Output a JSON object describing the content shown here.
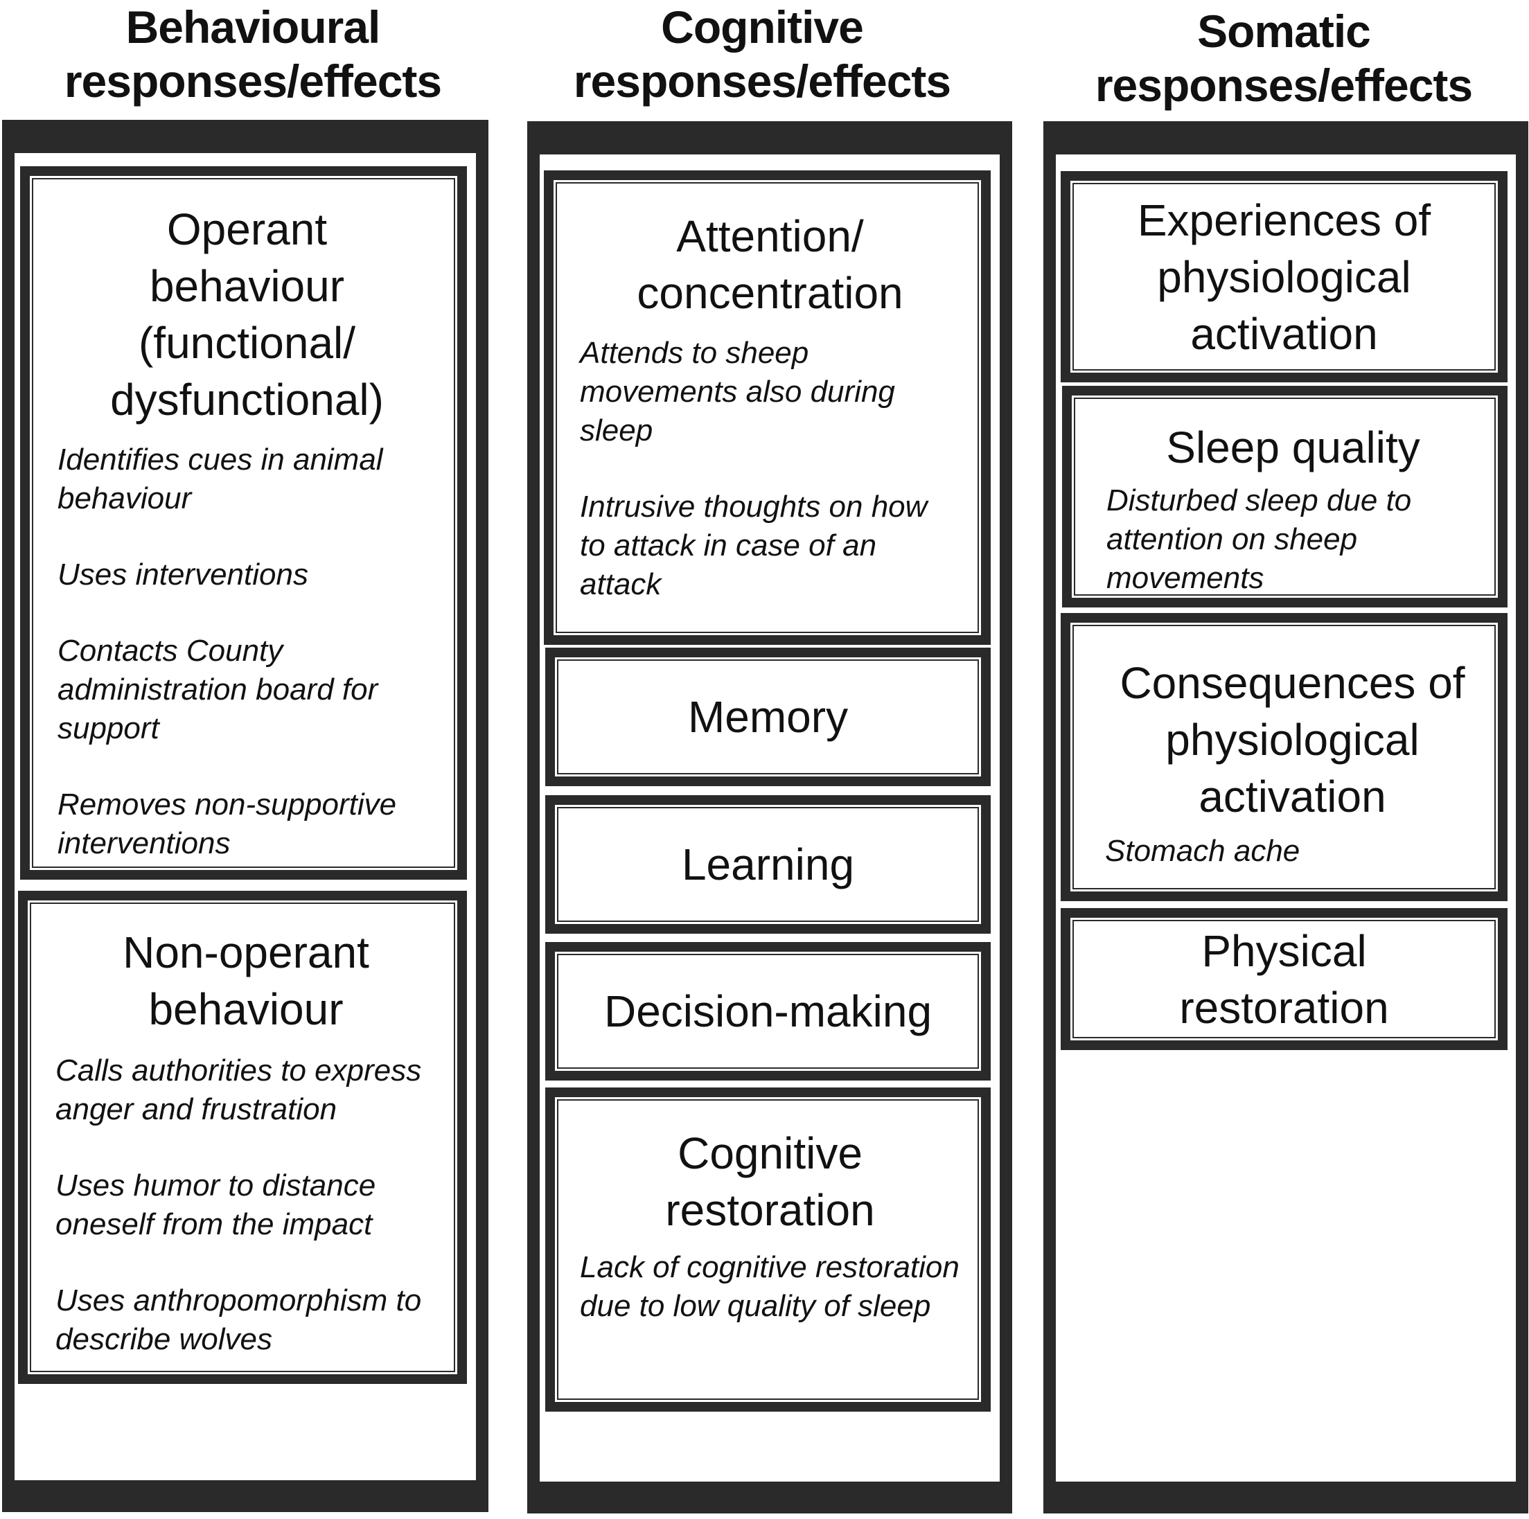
{
  "columns": [
    {
      "header": [
        "Behavioural",
        "responses/effects"
      ],
      "boxes": [
        {
          "title": [
            "Operant",
            "behaviour",
            "(functional/",
            "dysfunctional)"
          ],
          "items": [
            "Identifies cues in animal behaviour",
            "Uses interventions",
            "Contacts County administration board for support",
            "Removes non-supportive interventions"
          ]
        },
        {
          "title": [
            "Non-operant",
            "behaviour"
          ],
          "items": [
            "Calls authorities to express anger and frustration",
            "Uses humor to distance oneself from the impact",
            "Uses anthropomorphism to describe wolves"
          ]
        }
      ]
    },
    {
      "header": [
        "Cognitive",
        "responses/effects"
      ],
      "boxes": [
        {
          "title": [
            "Attention/",
            "concentration"
          ],
          "items": [
            "Attends to sheep movements also during sleep",
            "Intrusive thoughts on how to attack in case of an attack"
          ]
        },
        {
          "title": [
            "Memory"
          ],
          "items": []
        },
        {
          "title": [
            "Learning"
          ],
          "items": []
        },
        {
          "title": [
            "Decision-making"
          ],
          "items": []
        },
        {
          "title": [
            "Cognitive",
            "restoration"
          ],
          "items": [
            "Lack of cognitive restoration due to low quality of sleep"
          ]
        }
      ]
    },
    {
      "header": [
        "Somatic",
        "responses/effects"
      ],
      "boxes": [
        {
          "title": [
            "Experiences of",
            "physiological",
            "activation"
          ],
          "items": []
        },
        {
          "title": [
            "Sleep quality"
          ],
          "items": [
            "Disturbed sleep due to attention on sheep movements"
          ]
        },
        {
          "title": [
            "Consequences of",
            "physiological",
            "activation"
          ],
          "items": [
            "Stomach ache"
          ]
        },
        {
          "title": [
            "Physical",
            "restoration"
          ],
          "items": []
        }
      ]
    }
  ],
  "colors": {
    "frame": "#2a2a2a",
    "text": "#111111",
    "background": "#ffffff"
  }
}
